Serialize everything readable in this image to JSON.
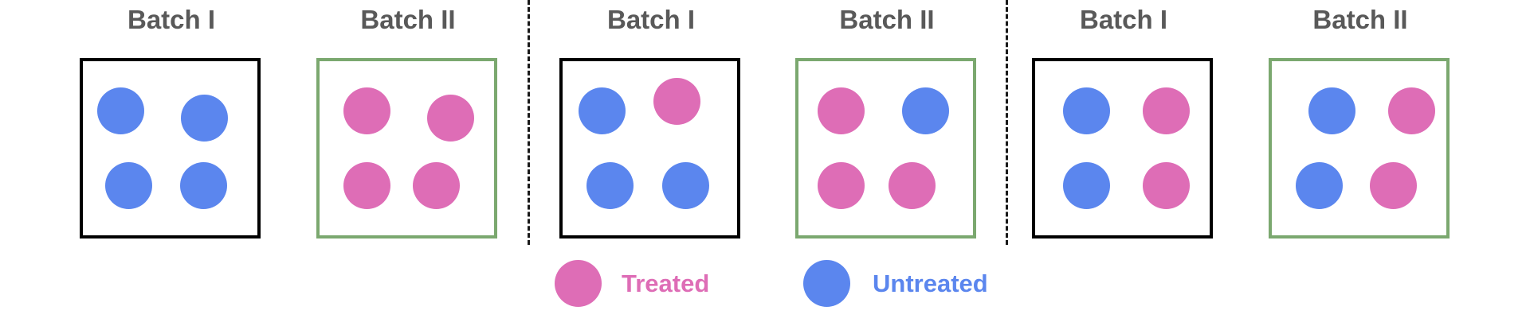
{
  "colors": {
    "treated": "#DE6DB6",
    "untreated": "#5B86EE",
    "batch_I_border": "#000000",
    "batch_II_border": "#7BA86F",
    "title_text": "#595959",
    "divider": "#1a1a1a"
  },
  "groups": [
    {
      "batches": [
        {
          "title": "Batch I",
          "kind": "I",
          "samples": [
            "untreated",
            "untreated",
            "untreated",
            "untreated"
          ]
        },
        {
          "title": "Batch II",
          "kind": "II",
          "samples": [
            "treated",
            "treated",
            "treated",
            "treated"
          ]
        }
      ]
    },
    {
      "batches": [
        {
          "title": "Batch I",
          "kind": "I",
          "samples": [
            "untreated",
            "treated",
            "untreated",
            "untreated"
          ]
        },
        {
          "title": "Batch II",
          "kind": "II",
          "samples": [
            "treated",
            "untreated",
            "treated",
            "treated"
          ]
        }
      ]
    },
    {
      "batches": [
        {
          "title": "Batch I",
          "kind": "I",
          "samples": [
            "untreated",
            "treated",
            "untreated",
            "treated"
          ]
        },
        {
          "title": "Batch II",
          "kind": "II",
          "samples": [
            "untreated",
            "treated",
            "untreated",
            "treated"
          ]
        }
      ]
    }
  ],
  "legend": {
    "treated_label": "Treated",
    "untreated_label": "Untreated"
  }
}
